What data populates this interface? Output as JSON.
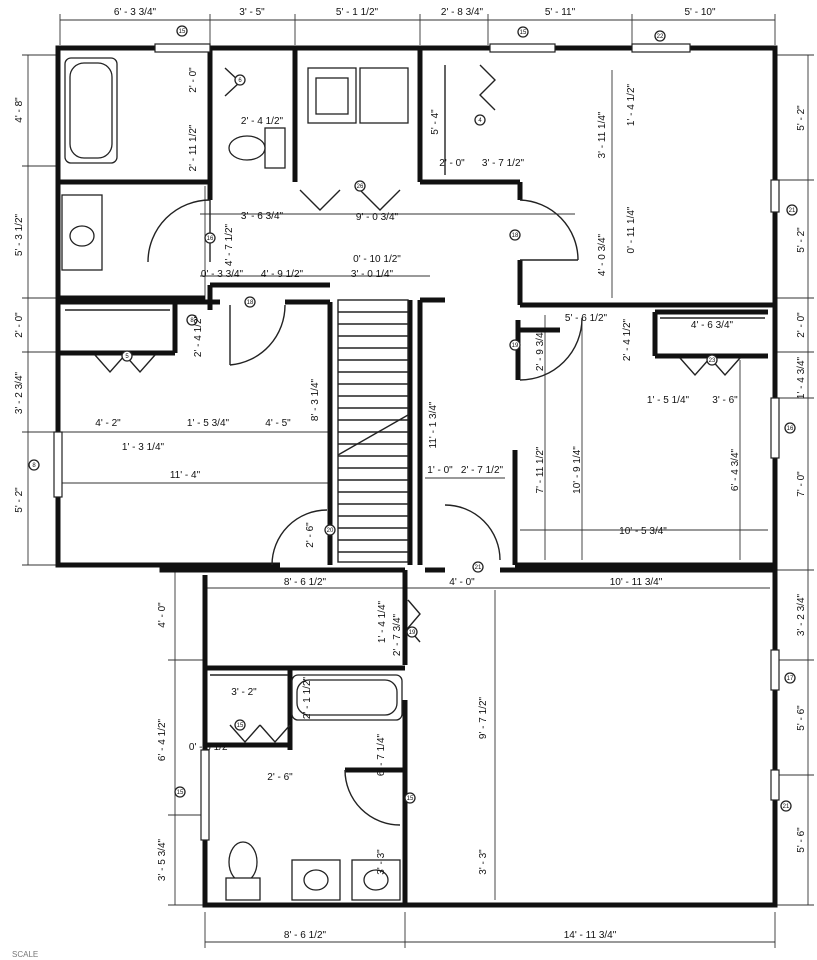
{
  "dims": {
    "top_1": "6' - 3 3/4\"",
    "top_2": "3' - 5\"",
    "top_3": "5' - 1 1/2\"",
    "top_4": "2' - 8 3/4\"",
    "top_5": "5' - 11\"",
    "top_6": "5' - 10\"",
    "left_1": "4' - 8\"",
    "left_2": "5' - 3 1/2\"",
    "left_3": "2' - 0\"",
    "left_4": "3' - 2 3/4\"",
    "left_5": "5' - 2\"",
    "left_6": "4' - 0\"",
    "left_7": "6' - 4 1/2\"",
    "left_8": "3' - 5 3/4\"",
    "right_1": "5' - 2\"",
    "right_2": "5' - 2\"",
    "right_3": "2' - 0\"",
    "right_4": "1' - 4 3/4\"",
    "right_5": "7' - 0\"",
    "right_6": "3' - 2 3/4\"",
    "right_7": "5' - 6\"",
    "right_8": "5' - 6\"",
    "bottom_1": "8' - 6 1/2\"",
    "bottom_2": "14' - 11 3/4\"",
    "bath_wc_h": "2' - 0\"",
    "bath_wc_w": "2' - 4 1/2\"",
    "bath_wc_depth": "2' - 11 1/2\"",
    "hall_w": "3' - 6 3/4\"",
    "hall_span": "9' - 0 3/4\"",
    "hall_short": "4' - 7 1/2\"",
    "door_off": "0' - 3 3/4\"",
    "hall_2": "4' - 9 1/2\"",
    "hall_3": "3' - 0 1/4\"",
    "hall_4": "0' - 10 1/2\"",
    "closet_r1": "5' - 4\"",
    "closet_r2": "2' - 0\"",
    "closet_r3": "3' - 7 1/2\"",
    "br_r_1": "1' - 4 1/2\"",
    "br_r_2": "3' - 11 1/4\"",
    "br_r_3": "0' - 11 1/4\"",
    "br_r_4": "4' - 0 3/4\"",
    "cl_l_1": "2' - 4 1/2\"",
    "cl_l_2": "4' - 2\"",
    "cl_l_3": "1' - 5 3/4\"",
    "cl_l_4": "4' - 5\"",
    "cl_l_5": "1' - 3 1/4\"",
    "br_l_w": "11' - 4\"",
    "br_l_h": "8' - 3 1/4\"",
    "br_l_door": "2' - 6\"",
    "stair_h": "11' - 1 3/4\"",
    "stair_a": "1' - 0\"",
    "stair_b": "2' - 7 1/2\"",
    "brm_1": "5' - 6 1/2\"",
    "brm_2": "2' - 9 3/4\"",
    "brm_3": "4' - 6 3/4\"",
    "brm_4": "2' - 4 1/2\"",
    "brm_5": "1' - 5 1/4\"",
    "brm_6": "3' - 6\"",
    "brm_7": "7' - 11 1/2\"",
    "brm_8": "10' - 9 1/4\"",
    "brm_9": "6' - 4 3/4\"",
    "brm_10": "10' - 5 3/4\"",
    "lower_1": "8' - 6 1/2\"",
    "lower_2": "4' - 0\"",
    "lower_3": "10' - 11 3/4\"",
    "lower_4": "1' - 4 1/4\"",
    "lower_5": "2' - 7 3/4\"",
    "bath2_1": "3' - 2\"",
    "bath2_2": "2' - 1 1/2\"",
    "bath2_3": "0' - 3 1/2\"",
    "bath2_4": "2' - 6\"",
    "bath2_5": "6' - 7 1/4\"",
    "bath2_6": "3' - 3\"",
    "br_b_1": "9' - 7 1/2\"",
    "br_b_2": "3' - 3\""
  },
  "tags": {
    "t1": "15",
    "t2": "6",
    "t3": "15",
    "t4": "26",
    "t5": "22",
    "t6": "21",
    "t7": "18",
    "t8": "4",
    "t9": "16",
    "t10": "19",
    "t11": "18",
    "t12": "23",
    "t13": "5",
    "t14": "16",
    "t15": "8",
    "t16": "20",
    "t17": "21",
    "t18": "19",
    "t19": "15",
    "t20": "17",
    "t21": "15",
    "t22": "15",
    "t23": "21",
    "t24": "8"
  },
  "footer": {
    "scale_note": "SCALE"
  }
}
